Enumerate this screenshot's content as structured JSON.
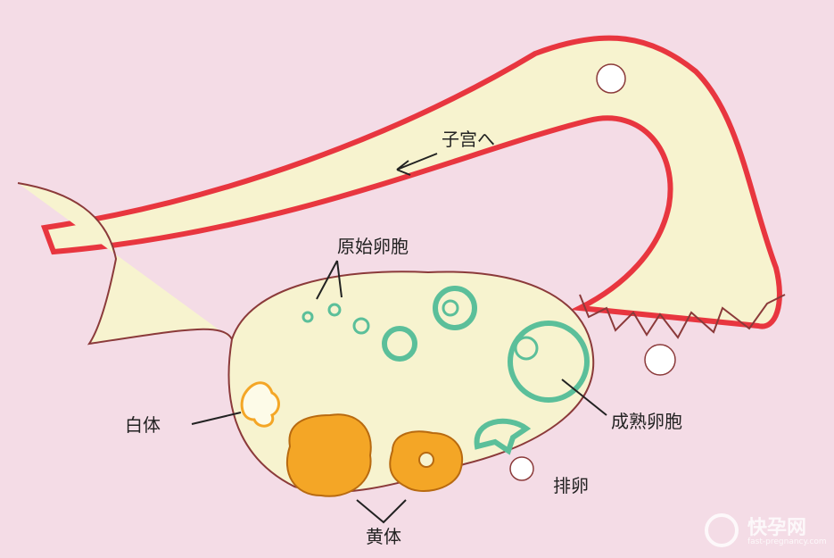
{
  "labels": {
    "to_uterus": "子宫へ",
    "primordial_follicle": "原始卵胞",
    "mature_follicle": "成熟卵胞",
    "corpus_albicans": "白体",
    "ovulation": "排卵",
    "corpus_luteum": "黄体"
  },
  "watermark": {
    "name": "快孕网",
    "url": "fast-pregnancy.com"
  },
  "colors": {
    "background": "#f4dce6",
    "tube_wall": "#e8363f",
    "tube_fill": "#f7f3cf",
    "follicle": "#5bbf9a",
    "luteum": "#f4a626"
  }
}
